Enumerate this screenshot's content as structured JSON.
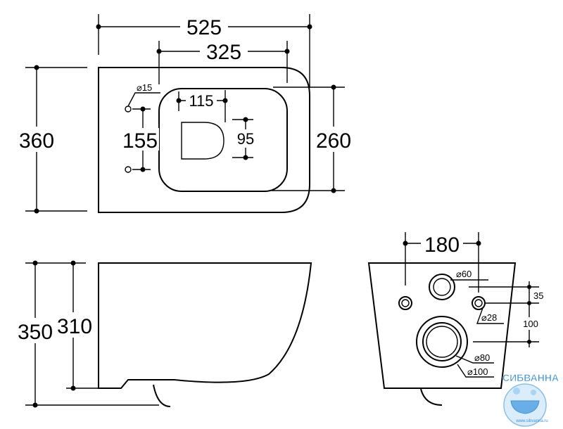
{
  "colors": {
    "line": "#000000",
    "background": "#ffffff",
    "watermark_text": "#2a86d6"
  },
  "top_view": {
    "overall_length": "525",
    "fixing_span": "325",
    "overall_width": "360",
    "rim_width": "260",
    "hole_diameter": "⌀15",
    "bolt_spacing": "155",
    "offset_115": "115",
    "offset_95": "95"
  },
  "side_view": {
    "height_total": "350",
    "height_rim": "310"
  },
  "rear_view": {
    "bolt_centres": "180",
    "inlet_diameter": "⌀60",
    "bolt_hole_diameter": "⌀28",
    "outlet_inner_diameter": "⌀80",
    "outlet_outer_diameter": "⌀100",
    "offset_35": "35",
    "offset_100": "100"
  },
  "watermark": {
    "brand": "СИБВАННА",
    "url": "www.sibvanna.ru",
    "icon": "bathtub-logo-icon"
  }
}
